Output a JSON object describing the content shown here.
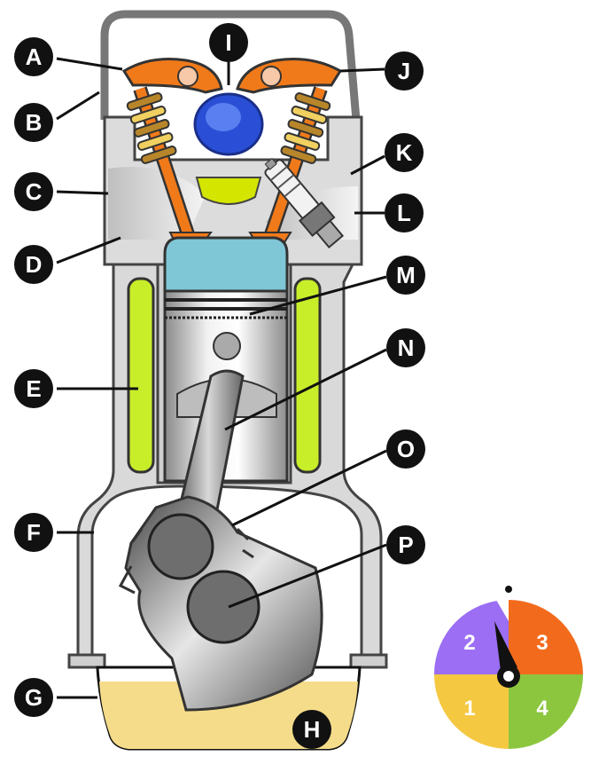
{
  "labels": {
    "A": "A",
    "B": "B",
    "C": "C",
    "D": "D",
    "E": "E",
    "F": "F",
    "G": "G",
    "H": "H",
    "I": "I",
    "J": "J",
    "K": "K",
    "L": "L",
    "M": "M",
    "N": "N",
    "O": "O",
    "P": "P"
  },
  "stroke_dial": {
    "segments": [
      {
        "label": "1",
        "color": "#f5c842"
      },
      {
        "label": "2",
        "color": "#9b6ef3"
      },
      {
        "label": "3",
        "color": "#f26b1d"
      },
      {
        "label": "4",
        "color": "#8cc63f"
      }
    ]
  },
  "colors": {
    "engine_block": "#d9d9d9",
    "outline": "#666666",
    "rocker_arms": "#f07a1a",
    "valve_springs": "#b8862a",
    "camshaft": "#2a4fd6",
    "combustion_chamber": "#d4e600",
    "piston_crown": "#7fc6d6",
    "coolant_jacket": "#c8ee2a",
    "oil": "#f5dc8a",
    "label_badge": "#111111"
  }
}
